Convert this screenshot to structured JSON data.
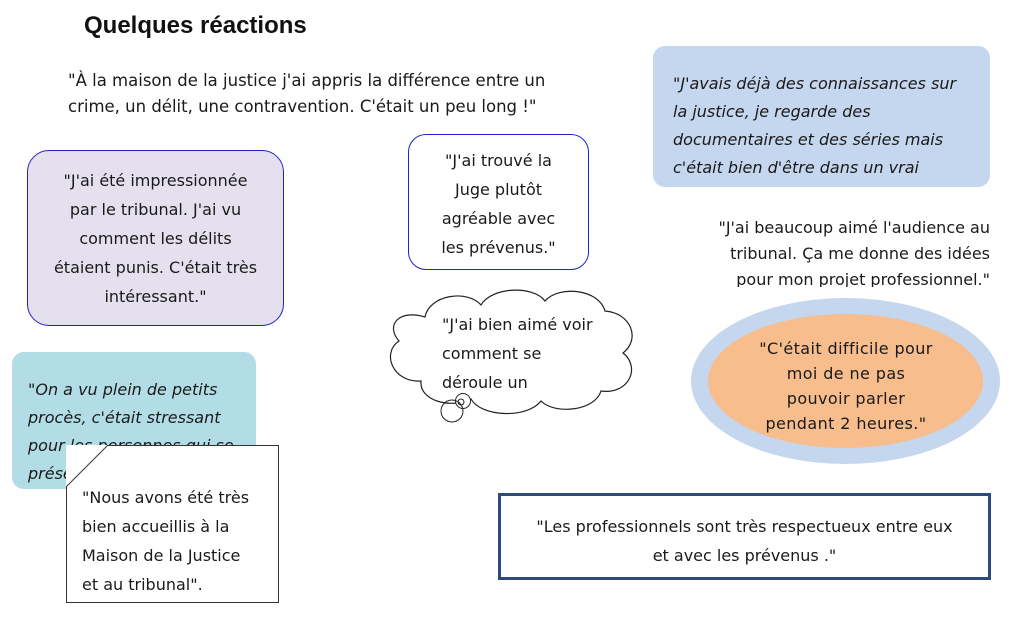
{
  "title": "Quelques réactions",
  "quotes": {
    "top": "\"À la maison de la justice j'ai appris la différence entre un crime, un délit, une contravention. C'était un peu long !\"",
    "purple_lines": [
      "\"J'ai été impressionnée",
      "par le tribunal. J'ai vu",
      "comment les délits",
      "étaient punis. C'était très",
      "intéressant.\""
    ],
    "juge_lines": [
      "\"J'ai trouvé la",
      "Juge plutôt",
      "agréable avec",
      "les prévenus.\""
    ],
    "blue_lines": [
      "\"J'avais déjà des connaissances sur",
      "la justice, je regarde des",
      "documentaires et des séries mais",
      "c'était bien d'être dans un vrai"
    ],
    "audience_lines": [
      "\"J'ai beaucoup aimé l'audience au",
      "tribunal. Ça me donne des idées",
      "pour mon projet professionnel.\""
    ],
    "teal_lines": [
      "\"On a vu plein de petits",
      "procès, c'était stressant",
      "pour les personnes qui se",
      "présentaient"
    ],
    "cloud_lines": [
      "\"J'ai bien aimé voir",
      "comment se",
      "déroule un"
    ],
    "ellipse_lines": [
      "\"C'était difficile pour",
      "moi de ne pas",
      "pouvoir parler",
      "pendant 2 heures.\""
    ],
    "white_lines": [
      "\"Nous avons été très",
      "bien accueillis à la",
      "Maison de la Justice",
      "et au tribunal\"."
    ],
    "rect_lines": [
      "\"Les professionnels sont très respectueux entre eux",
      "et avec les prévenus .\""
    ]
  },
  "colors": {
    "purple_box": "#e5e0ee",
    "blue_box": "#c5d6ef",
    "teal_box": "#b3dde6",
    "orange_ellipse": "#f7bd8d",
    "border_blue": "#2222cc",
    "rect_border": "#2c4a7e"
  }
}
